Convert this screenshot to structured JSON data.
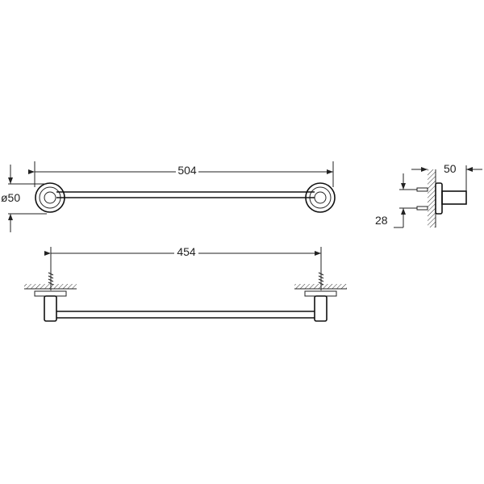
{
  "dimensions": {
    "overall_length": "504",
    "mount_distance": "454",
    "rosette_diameter": "ø50",
    "projection": "50",
    "screw_spacing": "28"
  },
  "colors": {
    "line": "#222222",
    "background": "#ffffff"
  }
}
